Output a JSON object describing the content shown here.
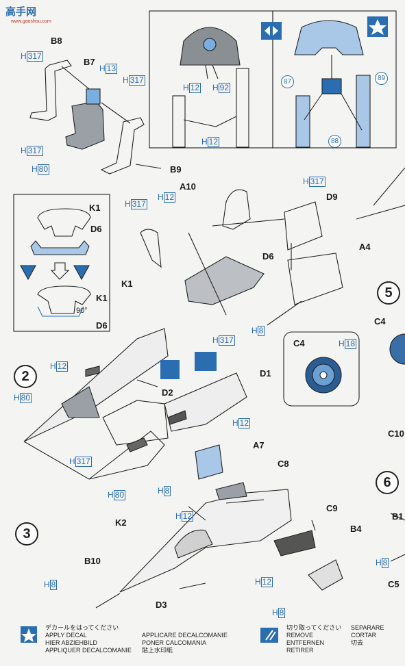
{
  "watermark": {
    "text": "高手网",
    "url": "www.gaoshou.com"
  },
  "steps": {
    "s2": "2",
    "s3": "3",
    "s5": "5",
    "s6": "6"
  },
  "paint_code": {
    "prefix": "H",
    "c317": "317",
    "c13": "13",
    "c12": "12",
    "c80": "80",
    "c92": "92",
    "c8": "8",
    "c18": "18"
  },
  "parts": {
    "B8": "B8",
    "B7": "B7",
    "B9": "B9",
    "A10": "A10",
    "K1": "K1",
    "D6": "D6",
    "D9": "D9",
    "A4": "A4",
    "D1": "D1",
    "D2": "D2",
    "A7": "A7",
    "C8": "C8",
    "C9": "C9",
    "B4": "B4",
    "K2": "K2",
    "B10": "B10",
    "D3": "D3",
    "C4": "C4",
    "C10": "C10",
    "B1": "B1",
    "C5": "C5"
  },
  "angle": "90°",
  "decals": {
    "n87": "87",
    "n88": "88",
    "n89": "89"
  },
  "legend": {
    "apply": [
      "デカールをはってください",
      "APPLY DECAL",
      "HIER ABZIEHBILD",
      "APPLIQUER DECALCOMANIE"
    ],
    "apply2": [
      "APPLICARE DECALCOMANIE",
      "PONER CALCOMANIA",
      "貼上水印紙"
    ],
    "remove": [
      "切り取ってください",
      "REMOVE",
      "ENTFERNEN",
      "RETIRER"
    ],
    "remove2": [
      "SEPARARE",
      "CORTAR",
      "切去"
    ]
  },
  "colors": {
    "accent": "#2a6db0",
    "decal_fill": "#a9c8e8",
    "line": "#222222"
  }
}
